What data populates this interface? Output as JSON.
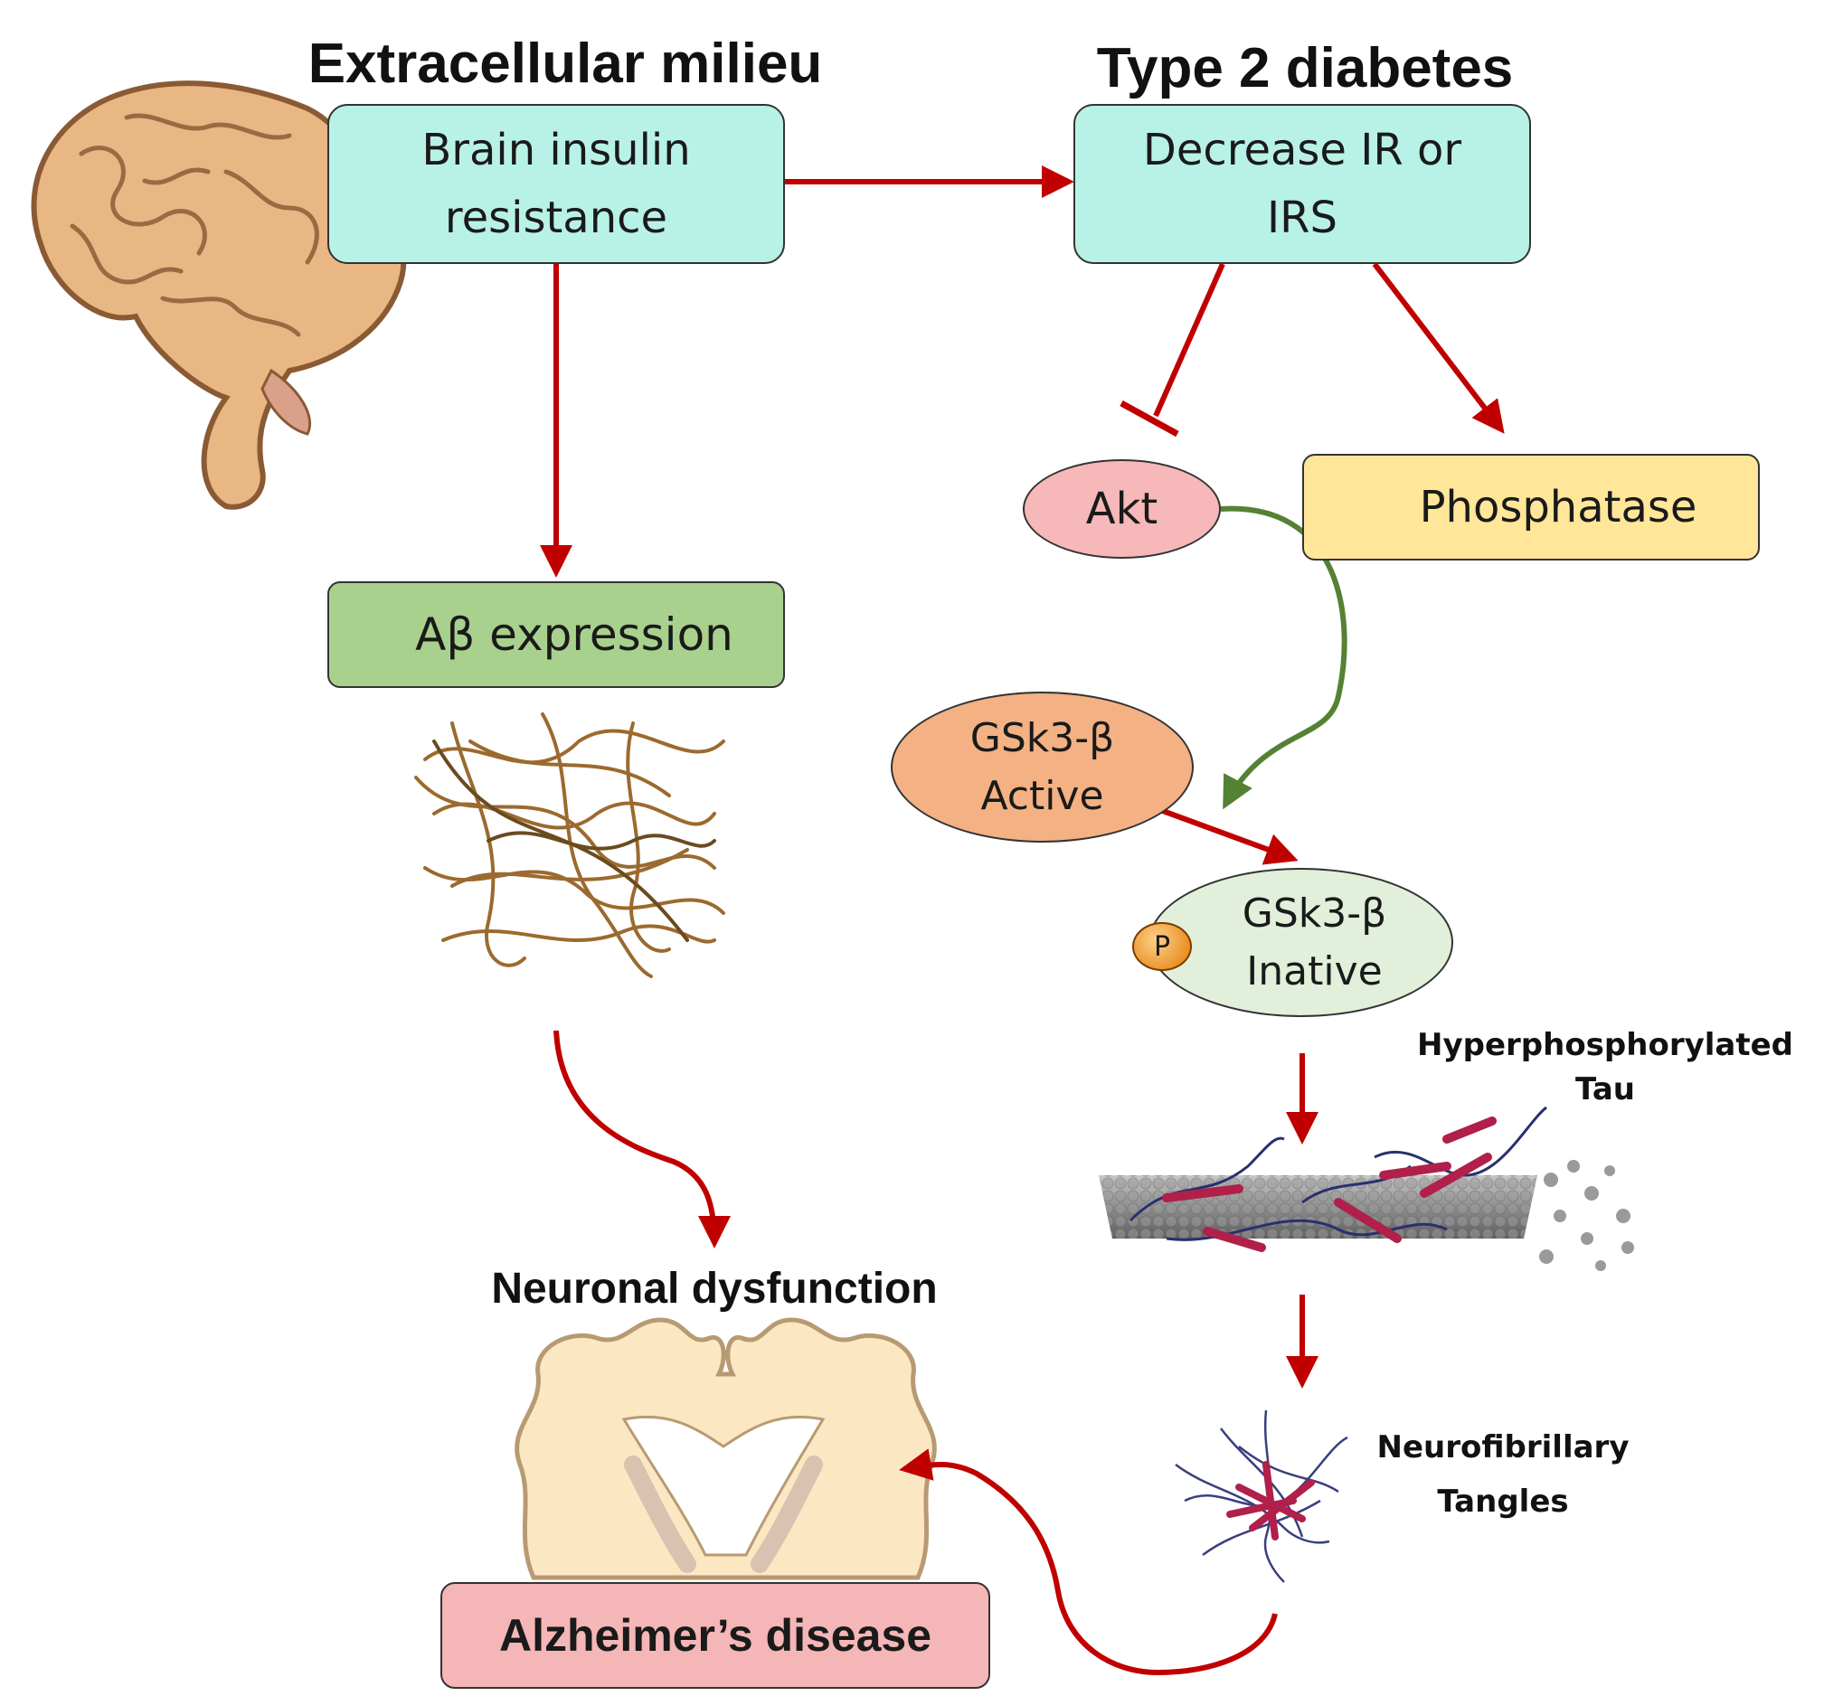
{
  "headings": {
    "left": "Extracellular milieu",
    "right": "Type 2 diabetes",
    "neuronal": "Neuronal dysfunction"
  },
  "boxes": {
    "brain_insulin": [
      "Brain insulin",
      "resistance"
    ],
    "decrease_ir": [
      "Decrease IR or",
      "IRS"
    ],
    "phosphatase": "Phosphatase",
    "abeta": "Aβ expression",
    "alzheimers": "Alzheimer’s disease"
  },
  "nodes": {
    "akt": "Akt",
    "gsk_active": [
      "GSk3-β",
      "Active"
    ],
    "gsk_inactive": [
      "GSk3-β",
      "Inative"
    ],
    "phospho_marker": "P"
  },
  "labels": {
    "tau": [
      "Hyperphosphorylated",
      "Tau"
    ],
    "tangles": [
      "Neurofibrillary",
      "Tangles"
    ]
  },
  "colors": {
    "arrow_red": "#c00000",
    "arrow_green": "#548235",
    "box_cyan": "#b8f2e6",
    "box_yellow": "#ffe699",
    "box_green": "#a9d18e",
    "box_pink": "#f4b6b6",
    "akt_fill": "#f6b8b8",
    "gsk_active_fill": "#f4b183",
    "gsk_inactive_fill": "#e2efda"
  }
}
